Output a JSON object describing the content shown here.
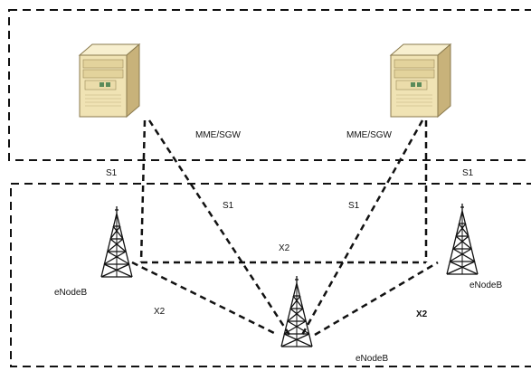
{
  "labels": {
    "mme_left": "MME/SGW",
    "mme_right": "MME/SGW",
    "s1_left_outer": "S1",
    "s1_right_outer": "S1",
    "s1_left_inner": "S1",
    "s1_right_inner": "S1",
    "x2_top": "X2",
    "x2_left": "X2",
    "x2_right": "X2",
    "enb_left": "eNodeB",
    "enb_right": "eNodeB",
    "enb_bottom": "eNodeB"
  },
  "colors": {
    "server_body": "#f0e3b4",
    "server_side": "#c8b27a",
    "server_edge": "#8a7a4e",
    "line": "#111111",
    "box_border": "#111111",
    "tower": "#111111"
  },
  "icons": {
    "server": "server-icon",
    "tower": "antenna-tower-icon"
  }
}
